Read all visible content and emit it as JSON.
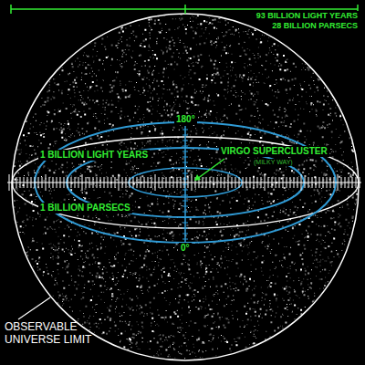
{
  "diagram": {
    "labels": [
      "93 BILLION LIGHT YEARS",
      "28 BILLION PARSECS",
      "180°",
      "1 BILLION LIGHT YEARS",
      "VIRGO SUPERCLUSTER",
      "(MILKY WAY)",
      "1 BILLION PARSECS",
      "0°",
      "OBSERVABLE UNIVERSE LIMIT"
    ]
  }
}
